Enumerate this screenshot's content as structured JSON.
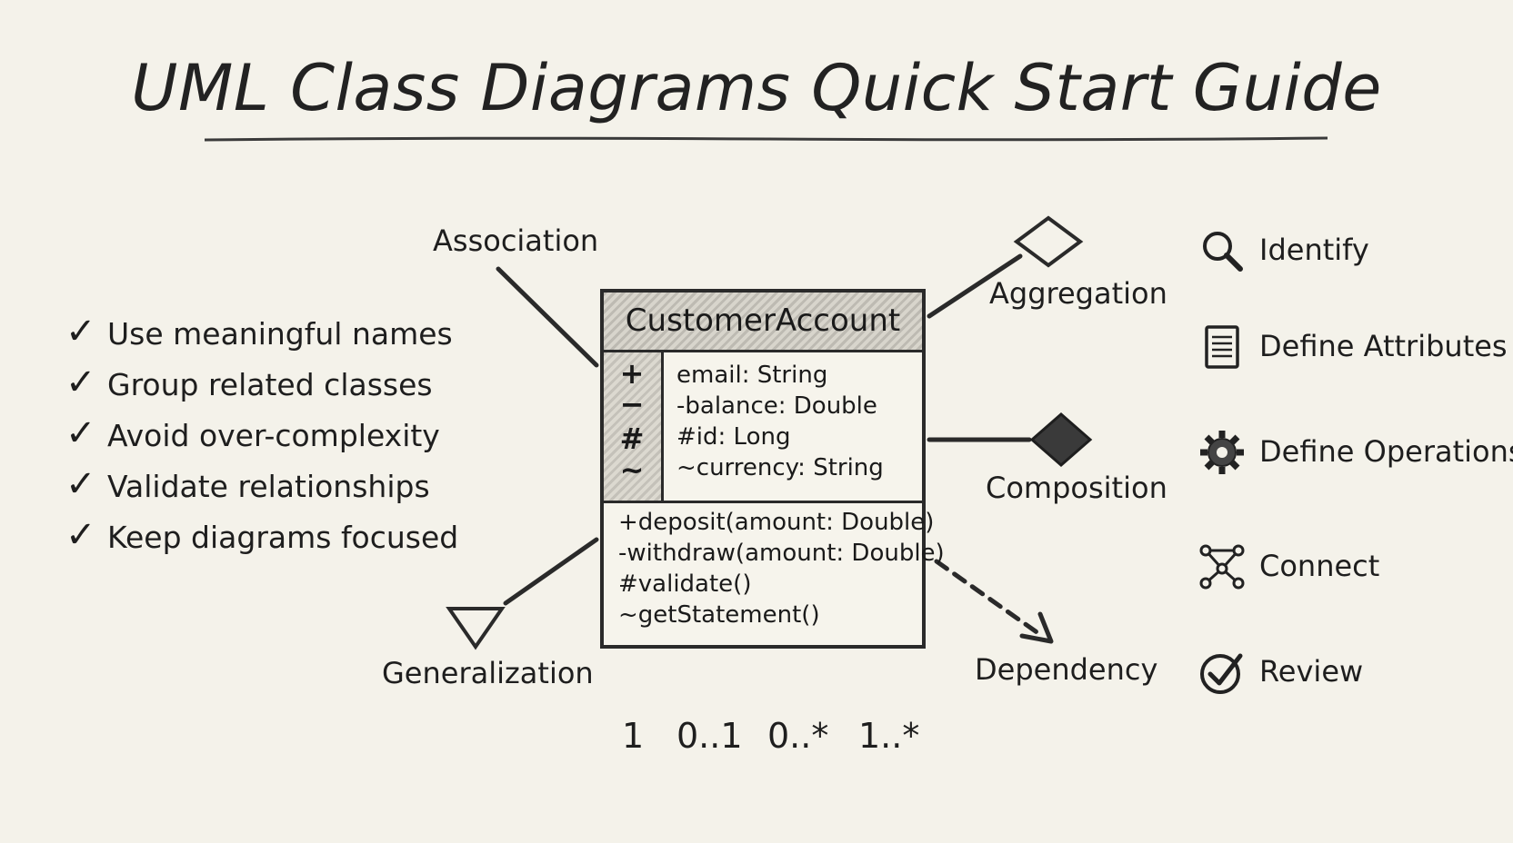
{
  "title": "UML Class Diagrams Quick Start Guide",
  "tips": [
    "Use meaningful names",
    "Group related classes",
    "Avoid over-complexity",
    "Validate relationships",
    "Keep diagrams focused"
  ],
  "tip_check_glyph": "✓",
  "class_box": {
    "name": "CustomerAccount",
    "visibility_symbols": [
      "+",
      "−",
      "#",
      "~"
    ],
    "attributes": [
      "email: String",
      "-balance: Double",
      "#id: Long",
      "~currency: String"
    ],
    "operations": [
      "+deposit(amount: Double)",
      "-withdraw(amount: Double)",
      "#validate()",
      "~getStatement()"
    ]
  },
  "relationships": {
    "association": "Association",
    "aggregation": "Aggregation",
    "composition": "Composition",
    "generalization": "Generalization",
    "dependency": "Dependency"
  },
  "multiplicities": [
    "1",
    "0..1",
    "0..*",
    "1..*"
  ],
  "steps": [
    {
      "label": "Identify",
      "icon": "magnifier-icon"
    },
    {
      "label": "Define Attributes",
      "icon": "document-icon"
    },
    {
      "label": "Define Operations",
      "icon": "gear-icon"
    },
    {
      "label": "Connect",
      "icon": "network-icon"
    },
    {
      "label": "Review",
      "icon": "check-circle-icon"
    }
  ],
  "colors": {
    "background": "#f4f2ea",
    "ink": "#1e1e1e",
    "hatch": "#bdbab2"
  }
}
